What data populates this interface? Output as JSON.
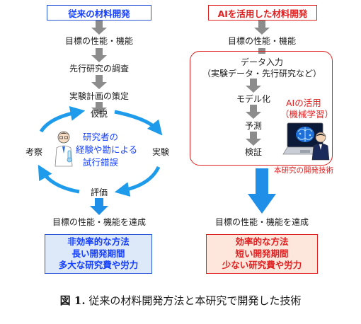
{
  "colors": {
    "blue_text": "#1540ff",
    "blue_border": "#2a55d8",
    "blue_bg": "#dde8f8",
    "cycle_blue": "#1e9bea",
    "big_arrow_blue": "#1f8fe8",
    "red": "#e02020",
    "red_bg": "#fde7dd",
    "gray_arrow": "#8c8c8c"
  },
  "left": {
    "header": "従来の材料開発",
    "steps": [
      "目標の性能・機能",
      "先行研究の調査",
      "実験計画の策定"
    ],
    "cycle": {
      "top": "仮説",
      "right": "実験",
      "bottom": "評価",
      "left": "考察",
      "center_lines": [
        "研究者の",
        "経験や勘による",
        "試行錯誤"
      ]
    },
    "goal": "目標の性能・機能を達成",
    "result_lines": [
      "非効率的な方法",
      "長い開発期間",
      "多大な研究費や労力"
    ]
  },
  "right": {
    "header": "AIを活用した材料開発",
    "start": "目標の性能・機能",
    "data_input_lines": [
      "データ入力",
      "（実験データ・先行研究など）"
    ],
    "steps": [
      "モデル化",
      "予測",
      "検証"
    ],
    "ai_lines": [
      "AIの活用",
      "（機械学習）"
    ],
    "tech_label": "本研究の開発技術",
    "goal": "目標の性能・機能を達成",
    "result_lines": [
      "効率的な方法",
      "短い開発期間",
      "少ない研究費や労力"
    ]
  },
  "caption": {
    "label": "図 1.",
    "text": " 従来の材料開発方法と本研究で開発した技術"
  }
}
